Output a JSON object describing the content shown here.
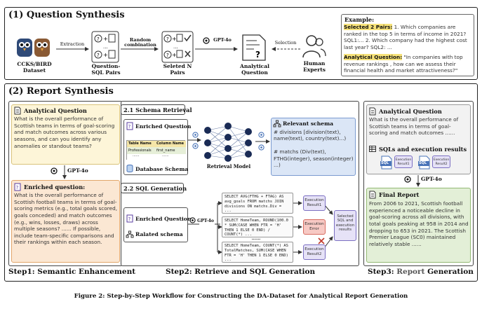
{
  "section1": {
    "title": "(1) Question Synthesis",
    "dataset_label": "CCKS/BIRD\nDataset",
    "extraction_label": "Extraction",
    "pairs_label": "Question-\nSQL Pairs",
    "random_label": "Random\ncombination",
    "selected_label": "Seleted N\nPairs",
    "gpt_label": "GPT-4o",
    "analytical_label": "Analytical\nQuestion",
    "selection_label": "Selection",
    "experts_label": "Human\nExperts",
    "example": {
      "title": "Example:",
      "selected_hl": "Selected 2 Pairs:",
      "selected_text": " 1. Which companies are ranked in the top 5 in terms of income in 2021? SQL1:... 2. Which company had the highest cost last year? SQL2: ...",
      "analytical_hl": "Analytical Question:",
      "analytical_text": " \"In companies with top revenue rankings , how can we assess their financial health and market attractiveness?\""
    }
  },
  "section2": {
    "title": "(2) Report Synthesis",
    "step1": {
      "aq_title": "Analytical Question",
      "aq_text": "What is the overall performance of Scottish teams in terms of goal-scoring and match outcomes across various seasons, and can you identify any anomalies or standout teams?",
      "gpt_label": "GPT-4o",
      "eq_title": "Enriched question:",
      "eq_text": "What is the overall performance of Scottish football teams in terms of goal-scoring metrics (e.g., total goals scored, goals conceded) and match outcomes (e.g., wins, losses, draws) across multiple seasons? ...... If possible, include team-specific comparisons and their rankings within each season.",
      "label": "Step1: Semantic Enhancement"
    },
    "step2": {
      "schema_title": "2.1 Schema Retrieval",
      "enriched_q": "Enriched Question",
      "table_name": "Table Name",
      "column_name": "Column Name",
      "professionals": "Professionals",
      "first_name": "first_name",
      "dots": "......",
      "db_schema": "Database Schema",
      "retrieval_model": "Retrieval Model",
      "relevant_title": "Relevant schema",
      "relevant_text": "# divisions [division(text), name(text), country(text)...)\n\n# matchs (Div(text), FTHG(integer), season(integer) ...)",
      "sql_title": "2.2 SQL Generation",
      "enriched_q2": "Enriched Question",
      "gpt_label": "GPT-4o",
      "related_schema": "Ralated schema",
      "sql1": "SELECT AVG(FTHG + FTAG) AS avg_goals FROM matchs JOIN divisions ON matchs.Div = ...",
      "sql2": "SELECT HomeTeam, ROUND(100.0 * SUM(CASE WHEN FTR = 'H' THEN 1 ELSE 0 END) / COUNT(*) ...",
      "sql_dots": "......",
      "sql3": "SELECT HomeTeam, COUNT(*) AS TotalMatches, SUM(CASE WHEN FTR = 'H' THEN 1 ELSE 0 END) ...",
      "res1": "Execution\nResult1",
      "err": "Execution\nError",
      "res2": "Execution\nResult2",
      "selected": "Selected\nSQL and\nexecution\nresults",
      "label": "Step2: Retrieve and SQL Generation"
    },
    "step3": {
      "aq_title": "Analytical Question",
      "aq_text": "What is the overall performance of Scottish teams in terms of goal-scoring and match outcomes ......",
      "sql_title": "SQLs and execution results",
      "sql_tag": "SQL",
      "exec1": "Execution\nResult1",
      "exec2": "Execution\nResult2",
      "gpt_label": "GPT-4o",
      "fr_title": "Final Report",
      "fr_text": "From 2006 to 2021, Scottish football experienced a noticeable decline in goal-scoring across all divisions, with total goals peaking at 958 in 2014 and dropping to 653 in 2021. The Scottish Premier League (SC0) maintained relatively stable ......",
      "label_a": "Step3: ",
      "label_b": "Report",
      "label_c": " Generation"
    }
  },
  "caption": "Figure 2: Step-by-Step Workflow for Constructing the DA-Dataset for Analytical Report Generation"
}
